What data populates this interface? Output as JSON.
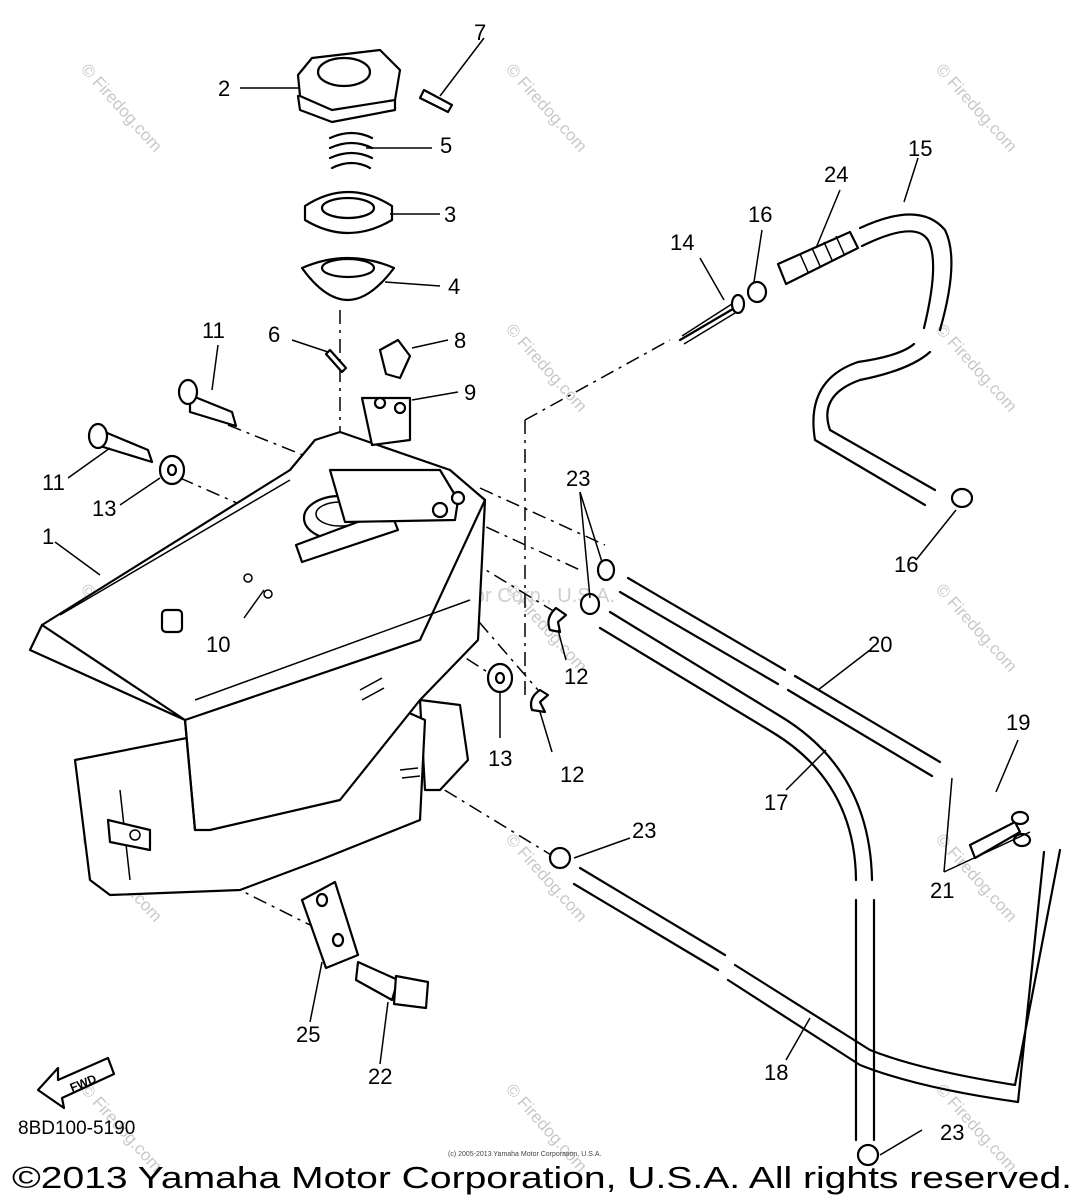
{
  "watermark": {
    "site": "© Firedog.com",
    "center": "Yamaha Motor Corp., U.S.A."
  },
  "callouts": [
    "1",
    "2",
    "3",
    "4",
    "5",
    "6",
    "7",
    "8",
    "9",
    "10",
    "11",
    "11",
    "12",
    "12",
    "13",
    "13",
    "14",
    "15",
    "16",
    "16",
    "17",
    "18",
    "19",
    "20",
    "21",
    "22",
    "23",
    "23",
    "23",
    "23",
    "24",
    "25"
  ],
  "fwd_label": "FWD",
  "diagram_code": "8BD100-5190",
  "small_copyright": "(c) 2005-2013 Yamaha Motor Corporation, U.S.A.",
  "footer_copyright": "©2013 Yamaha Motor Corporation, U.S.A. All rights reserved."
}
